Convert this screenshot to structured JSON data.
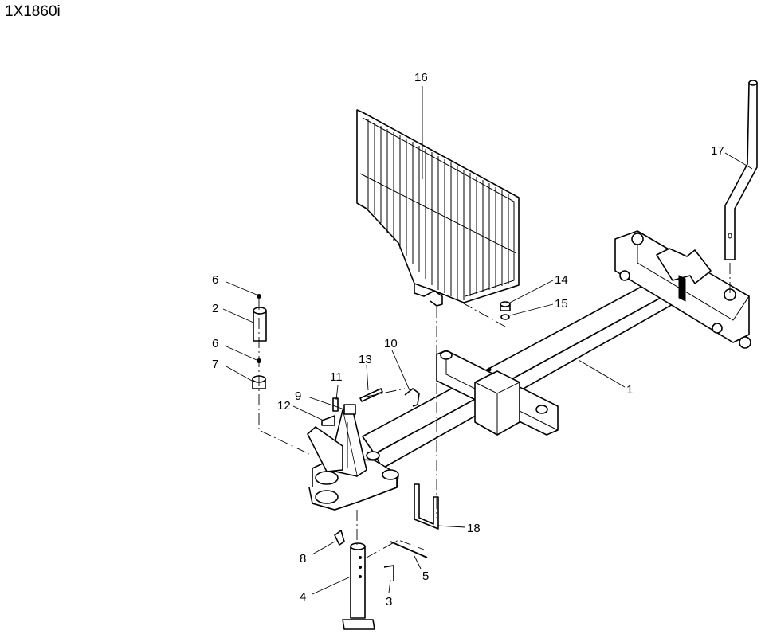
{
  "title": "1X1860i",
  "diagram": {
    "labels": [
      {
        "id": "lbl-16",
        "text": "16"
      },
      {
        "id": "lbl-17",
        "text": "17"
      },
      {
        "id": "lbl-14",
        "text": "14"
      },
      {
        "id": "lbl-15",
        "text": "15"
      },
      {
        "id": "lbl-6a",
        "text": "6"
      },
      {
        "id": "lbl-2",
        "text": "2"
      },
      {
        "id": "lbl-6b",
        "text": "6"
      },
      {
        "id": "lbl-7",
        "text": "7"
      },
      {
        "id": "lbl-10",
        "text": "10"
      },
      {
        "id": "lbl-13",
        "text": "13"
      },
      {
        "id": "lbl-11",
        "text": "11"
      },
      {
        "id": "lbl-9",
        "text": "9"
      },
      {
        "id": "lbl-12",
        "text": "12"
      },
      {
        "id": "lbl-1",
        "text": "1"
      },
      {
        "id": "lbl-18",
        "text": "18"
      },
      {
        "id": "lbl-8",
        "text": "8"
      },
      {
        "id": "lbl-5",
        "text": "5"
      },
      {
        "id": "lbl-4",
        "text": "4"
      },
      {
        "id": "lbl-3",
        "text": "3"
      }
    ]
  }
}
